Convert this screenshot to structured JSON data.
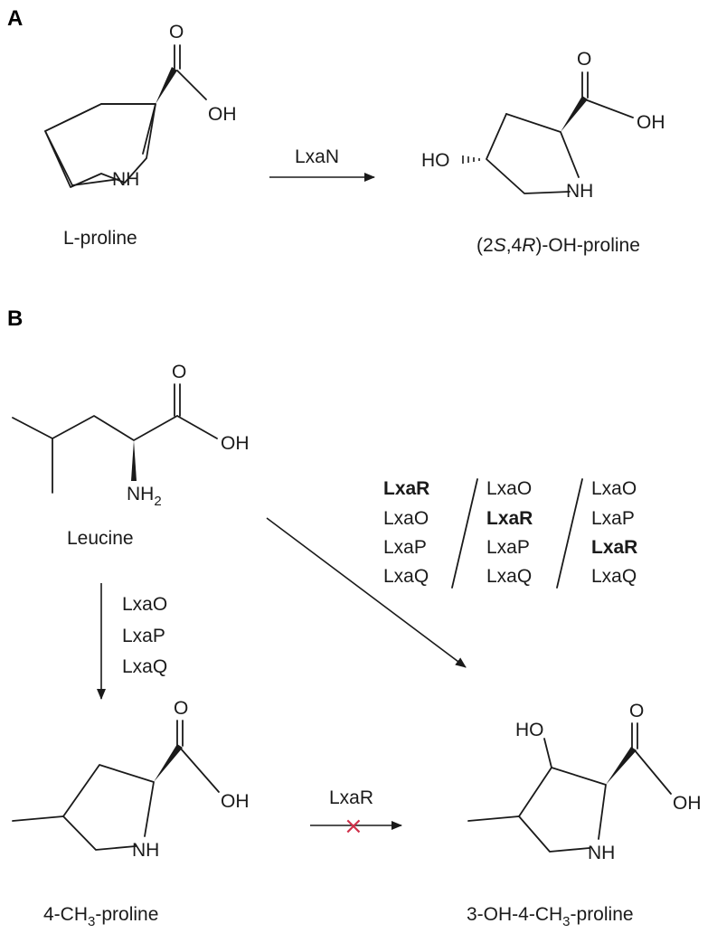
{
  "panels": {
    "a": "A",
    "b": "B"
  },
  "panel_a": {
    "start_name": "L-proline",
    "enzyme": "LxaN",
    "product_name": {
      "p1": "(2",
      "s": "S",
      "p2": ",4",
      "r": "R",
      "p3": ")-OH-proline"
    }
  },
  "panel_b": {
    "start_name": "Leucine",
    "down_enzymes": [
      "LxaO",
      "LxaP",
      "LxaQ"
    ],
    "diag_orders": [
      [
        {
          "t": "LxaR",
          "bold": true
        },
        {
          "t": "LxaO",
          "bold": false
        },
        {
          "t": "LxaP",
          "bold": false
        },
        {
          "t": "LxaQ",
          "bold": false
        }
      ],
      [
        {
          "t": "LxaO",
          "bold": false
        },
        {
          "t": "LxaR",
          "bold": true
        },
        {
          "t": "LxaP",
          "bold": false
        },
        {
          "t": "LxaQ",
          "bold": false
        }
      ],
      [
        {
          "t": "LxaO",
          "bold": false
        },
        {
          "t": "LxaP",
          "bold": false
        },
        {
          "t": "LxaR",
          "bold": true
        },
        {
          "t": "LxaQ",
          "bold": false
        }
      ]
    ],
    "intermediate_name": {
      "pre": "4-CH",
      "sub": "3",
      "post": "-proline"
    },
    "blocked_enzyme": "LxaR",
    "blocked_mark": "×",
    "final_name": {
      "pre": "3-OH-4-CH",
      "sub": "3",
      "post": "-proline"
    },
    "block_color": "#d0304a"
  },
  "atoms": {
    "o": "O",
    "oh": "OH",
    "nh": "NH",
    "ho": "HO",
    "nh2_base": "NH",
    "nh2_sub": "2"
  }
}
